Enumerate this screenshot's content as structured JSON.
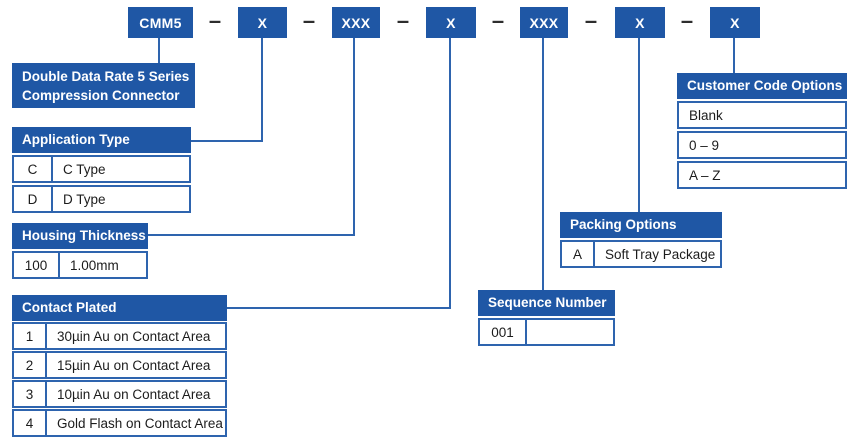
{
  "part_number": {
    "separator": "–",
    "segments": [
      {
        "label": "CMM5"
      },
      {
        "label": "X"
      },
      {
        "label": "XXX"
      },
      {
        "label": "X"
      },
      {
        "label": "XXX"
      },
      {
        "label": "X"
      },
      {
        "label": "X"
      }
    ]
  },
  "series_label": {
    "line1": "Double Data Rate 5 Series",
    "line2": "Compression Connector"
  },
  "tables": {
    "application_type": {
      "title": "Application Type",
      "rows": [
        [
          "C",
          "C Type"
        ],
        [
          "D",
          "D Type"
        ]
      ]
    },
    "housing_thickness": {
      "title": "Housing Thickness",
      "rows": [
        [
          "100",
          "1.00mm"
        ]
      ]
    },
    "contact_plated": {
      "title": "Contact Plated",
      "rows": [
        [
          "1",
          "30µin Au on Contact Area"
        ],
        [
          "2",
          "15µin Au on Contact Area"
        ],
        [
          "3",
          "10µin Au on Contact Area"
        ],
        [
          "4",
          "Gold Flash on Contact Area"
        ]
      ]
    },
    "sequence_number": {
      "title": "Sequence Number",
      "rows": [
        [
          "001",
          ""
        ]
      ]
    },
    "packing_options": {
      "title": "Packing Options",
      "rows": [
        [
          "A",
          "Soft Tray Package"
        ]
      ]
    },
    "customer_code": {
      "title": "Customer Code Options",
      "options": [
        "Blank",
        "0 – 9",
        "A – Z"
      ]
    }
  },
  "colors": {
    "primary_blue": "#1f57a5",
    "line_blue": "#2e64ae",
    "dash_dark": "#2d2d2d",
    "cell_text": "#1c1c1c"
  }
}
